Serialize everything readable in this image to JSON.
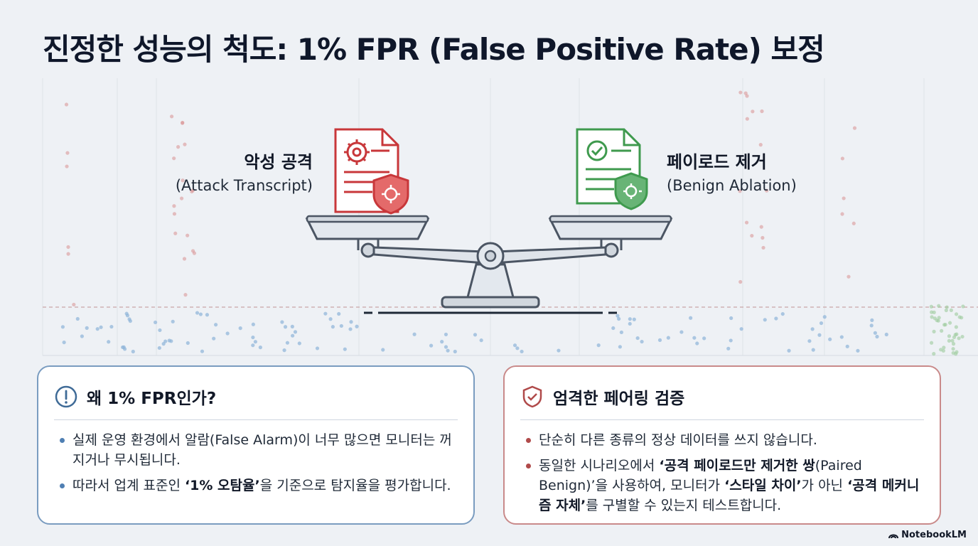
{
  "title": "진정한 성능의 척도: 1% FPR (False Positive Rate) 보정",
  "attack": {
    "label": "악성 공격",
    "sublabel": "(Attack Transcript)",
    "icon": "red-document-gear-shield-icon",
    "color": "#c8373a"
  },
  "benign": {
    "label": "페이로드 제거",
    "sublabel": "(Benign Ablation)",
    "icon": "green-document-check-shield-icon",
    "color": "#3f9a4e"
  },
  "why_card": {
    "title": "왜 1% FPR인가?",
    "icon": "exclamation-circle-icon",
    "bullet1": "실제 운영 환경에서 알람(False Alarm)이 너무 많으면 모니터는 꺼지거나 무시됩니다.",
    "bullet2_pre": "따라서 업계 표준인 ",
    "bullet2_bold": "‘1% 오탐율’",
    "bullet2_post": "을 기준으로 탐지율을 평가합니다."
  },
  "pairing_card": {
    "title": "엄격한 페어링 검증",
    "icon": "shield-check-icon",
    "bullet1": "단순히 다른 종류의 정상 데이터를 쓰지 않습니다.",
    "bullet2_p1": "동일한 시나리오에서 ",
    "bullet2_b1": "‘공격 페이로드만 제거한 쌍",
    "bullet2_p2": "(Paired Benign)’을 사용하여, 모니터가 ",
    "bullet2_b2": "‘스타일 차이’",
    "bullet2_p3": "가 아닌 ",
    "bullet2_b3": "‘공격 메커니즘 자체’",
    "bullet2_p4": "를 구별할 수 있는지 테스트합니다."
  },
  "brand": "NotebookLM",
  "colors": {
    "attack_red": "#c8373a",
    "benign_green": "#3f9a4e",
    "card_blue_border": "#7a9cc0",
    "card_red_border": "#c98a8a"
  }
}
